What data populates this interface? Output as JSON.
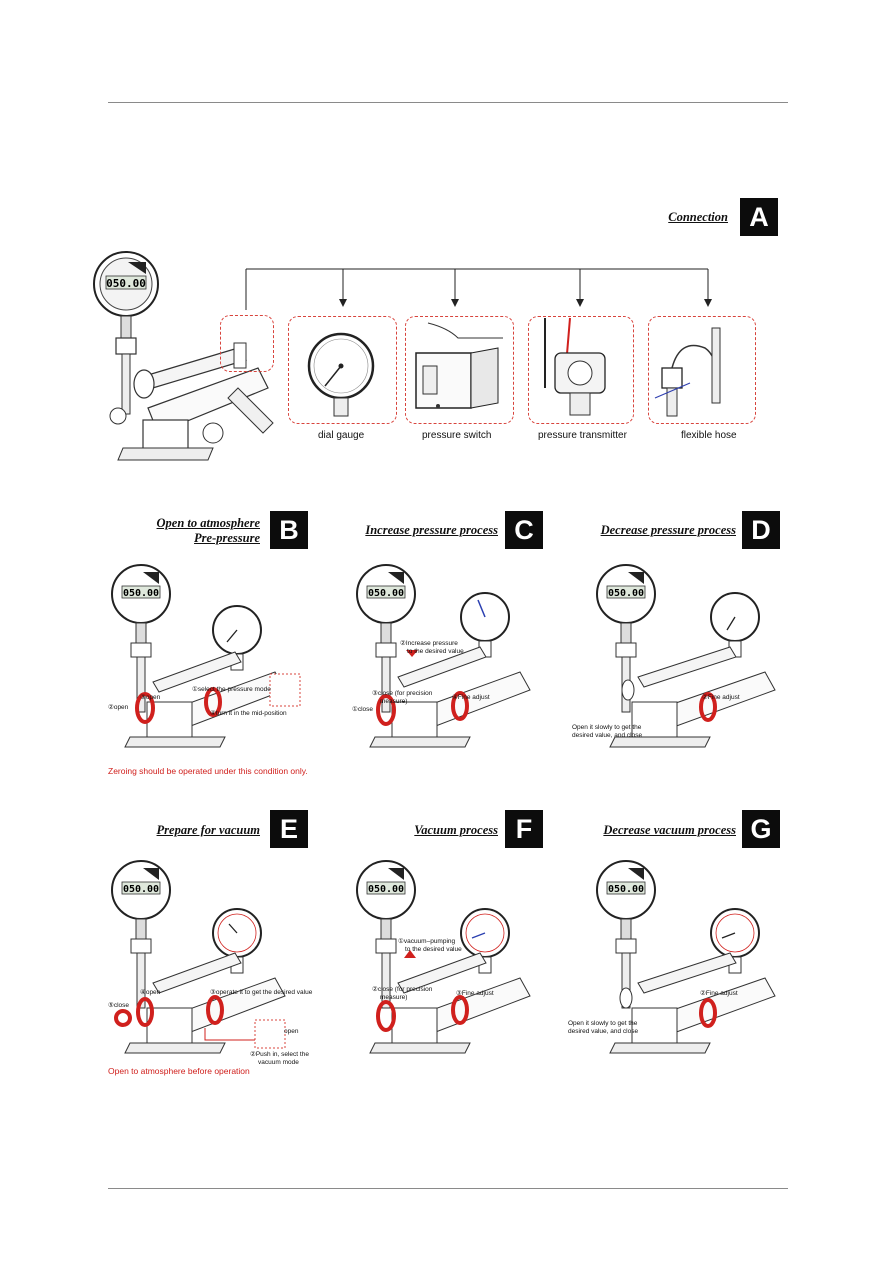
{
  "colors": {
    "accent_red": "#d0201d",
    "badge_bg": "#0c0c0c",
    "rule": "#8a8a8a"
  },
  "device": {
    "display": "050.00"
  },
  "section_a": {
    "title": "Connection",
    "badge": "A",
    "targets": [
      "dial gauge",
      "pressure switch",
      "pressure transmitter",
      "flexible hose"
    ]
  },
  "section_b": {
    "title_line1": "Open to atmosphere",
    "title_line2": "Pre-pressure",
    "badge": "B",
    "callouts": {
      "select": "①select the pressure mode",
      "open3": "③open",
      "open2": "②open",
      "turn": "④turn it in the mid-position"
    },
    "note": "Zeroing should be operated under this condition only."
  },
  "section_c": {
    "title": "Increase pressure process",
    "badge": "C",
    "callouts": {
      "increase1": "②Increase pressure",
      "increase2": "to the desired value",
      "close_precision1": "③close (for precision",
      "close_precision2": "measure)",
      "close1": "①close",
      "fine": "④Fine adjust"
    }
  },
  "section_d": {
    "title": "Decrease pressure process",
    "badge": "D",
    "callouts": {
      "fine": "②Fine adjust",
      "open1": "Open it slowly to get the",
      "open2": "desired value, and close"
    }
  },
  "section_e": {
    "title": "Prepare for vacuum",
    "badge": "E",
    "callouts": {
      "operate": "③operate it to get the desired value",
      "open4": "④open",
      "close5": "⑤close",
      "open_small": "open",
      "push1": "②Push in, select the",
      "push2": "vacuum mode"
    },
    "note": "Open to atmosphere before operation"
  },
  "section_f": {
    "title": "Vacuum process",
    "badge": "F",
    "callouts": {
      "vac1": "①vacuum–pumping",
      "vac2": "to the desired value",
      "close1": "②close (for precision",
      "close2": "measure)",
      "fine": "③Fine adjust"
    }
  },
  "section_g": {
    "title": "Decrease vacuum process",
    "badge": "G",
    "callouts": {
      "fine": "②Fine adjust",
      "open1": "Open it slowly to get the",
      "open2": "desired value, and close"
    }
  }
}
